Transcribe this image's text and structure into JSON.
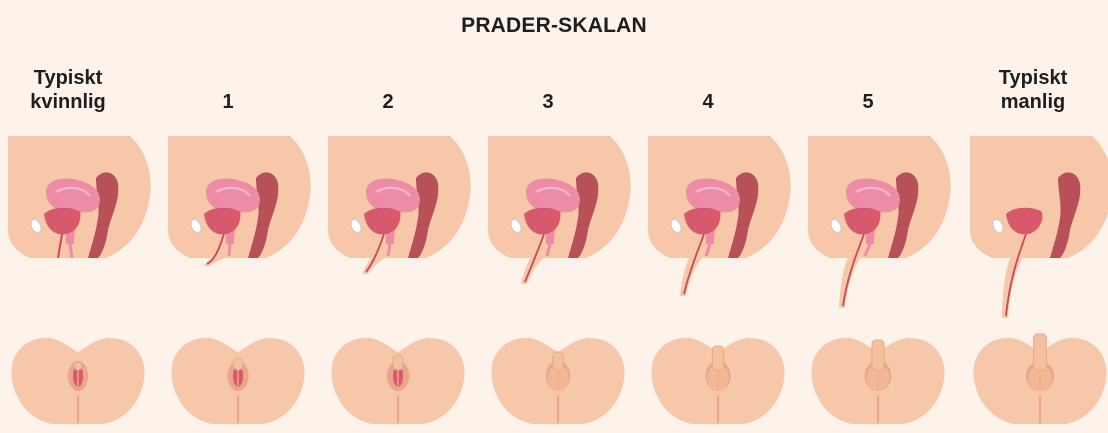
{
  "title": "PRADER-SKALAN",
  "stages": [
    {
      "label": "Typiskt\nkvinnlig",
      "virilization_level": 0
    },
    {
      "label": "1",
      "virilization_level": 1
    },
    {
      "label": "2",
      "virilization_level": 2
    },
    {
      "label": "3",
      "virilization_level": 3
    },
    {
      "label": "4",
      "virilization_level": 4
    },
    {
      "label": "5",
      "virilization_level": 5
    },
    {
      "label": "Typiskt\nmanlig",
      "virilization_level": 6
    }
  ],
  "colors": {
    "background": "#fdf3ea",
    "skin": "#f6c7a8",
    "skin_dark": "#eaa58a",
    "uterus": "#ec8ca6",
    "bladder": "#d8586c",
    "rectum": "#b8505a",
    "line": "#c9475b",
    "bone": "#ffffff"
  }
}
